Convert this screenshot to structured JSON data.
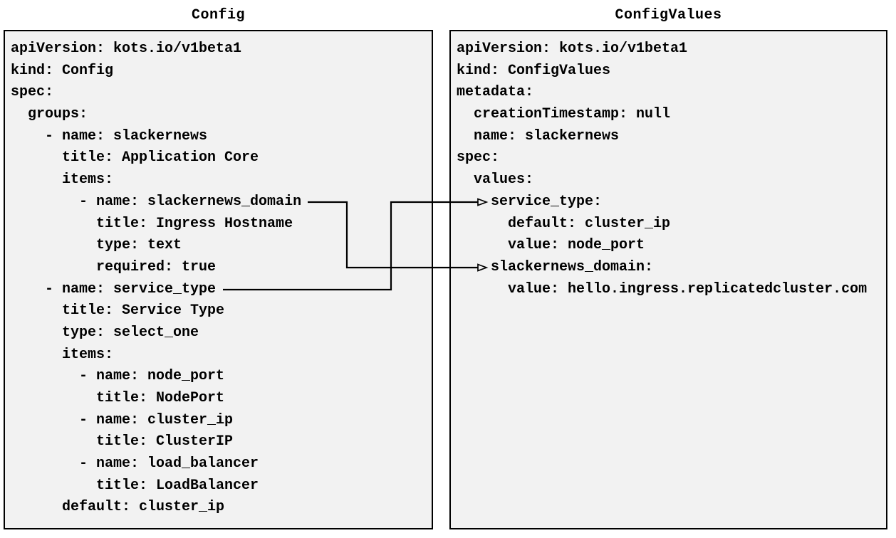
{
  "diagram": {
    "colors": {
      "background": "#ffffff",
      "box_fill": "#f2f2f2",
      "box_border": "#000000",
      "text": "#000000",
      "arrow": "#000000"
    },
    "panels": {
      "config": {
        "title": "Config",
        "lines": [
          "apiVersion: kots.io/v1beta1",
          "kind: Config",
          "spec:",
          "  groups:",
          "    - name: slackernews",
          "      title: Application Core",
          "      items:",
          "        - name: slackernews_domain",
          "          title: Ingress Hostname",
          "          type: text",
          "          required: true",
          "    - name: service_type",
          "      title: Service Type",
          "      type: select_one",
          "      items:",
          "        - name: node_port",
          "          title: NodePort",
          "        - name: cluster_ip",
          "          title: ClusterIP",
          "        - name: load_balancer",
          "          title: LoadBalancer",
          "      default: cluster_ip"
        ]
      },
      "config_values": {
        "title": "ConfigValues",
        "lines": [
          "apiVersion: kots.io/v1beta1",
          "kind: ConfigValues",
          "metadata:",
          "  creationTimestamp: null",
          "  name: slackernews",
          "spec:",
          "  values:",
          "    service_type:",
          "      default: cluster_ip",
          "      value: node_port",
          "    slackernews_domain:",
          "      value: hello.ingress.replicatedcluster.com"
        ]
      }
    },
    "connectors": [
      {
        "from": "Config item slackernews_domain",
        "to": "ConfigValues value slackernews_domain"
      },
      {
        "from": "Config item service_type",
        "to": "ConfigValues value service_type"
      }
    ]
  }
}
